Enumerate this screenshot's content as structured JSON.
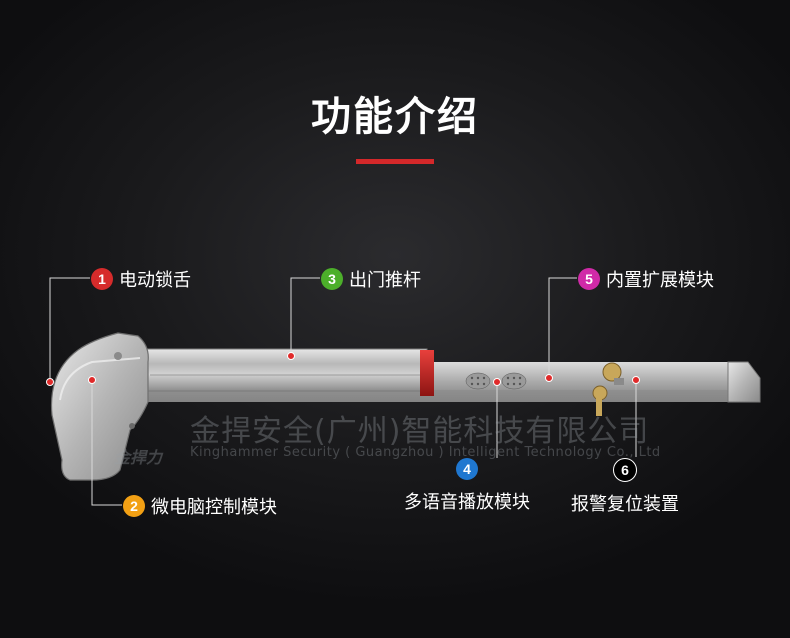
{
  "header": {
    "title": "功能介绍",
    "accent_color": "#d4282a"
  },
  "watermark": {
    "company_cn": "金捍安全(广州)智能科技有限公司",
    "company_en": "Kinghammer Security ( Guangzhou ) Intelligent Technology Co., Ltd",
    "logo_text": "金捍力"
  },
  "features": [
    {
      "number": "1",
      "label": "电动锁舌",
      "color": "#d62b2b"
    },
    {
      "number": "2",
      "label": "微电脑控制模块",
      "color": "#f2a014"
    },
    {
      "number": "3",
      "label": "出门推杆",
      "color": "#4caf2a"
    },
    {
      "number": "4",
      "label": "多语音播放模块",
      "color": "#1f77d0"
    },
    {
      "number": "5",
      "label": "内置扩展模块",
      "color": "#d02aa8"
    },
    {
      "number": "6",
      "label": "报警复位装置",
      "color": "#000000"
    }
  ]
}
